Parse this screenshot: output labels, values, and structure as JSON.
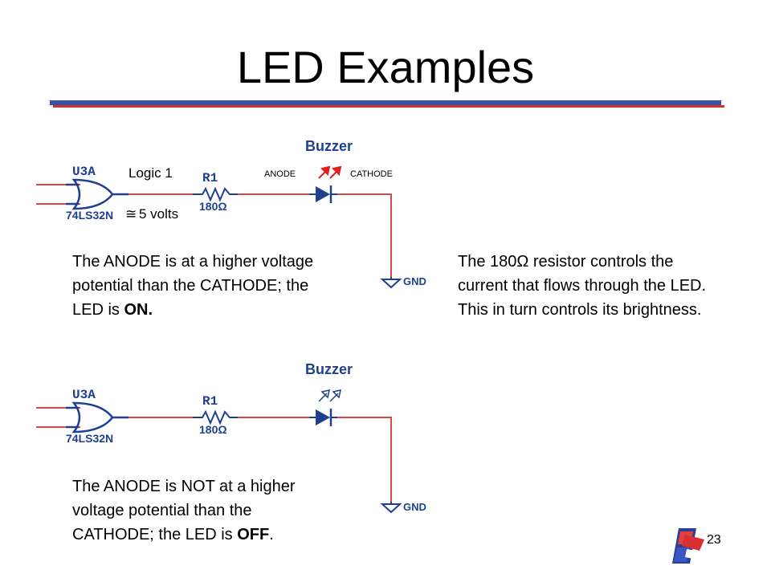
{
  "slide": {
    "title": "LED Examples",
    "page_number": "23"
  },
  "circuit_on": {
    "label_buzzer": "Buzzer",
    "label_u3a": "U3A",
    "label_chip": "74LS32N",
    "label_r1": "R1",
    "label_resistance": "180Ω",
    "label_anode": "ANODE",
    "label_cathode": "CATHODE",
    "label_gnd": "GND",
    "label_logic": "Logic 1",
    "label_approx": "≅",
    "label_volts": "5 volts"
  },
  "circuit_off": {
    "label_buzzer": "Buzzer",
    "label_u3a": "U3A",
    "label_chip": "74LS32N",
    "label_r1": "R1",
    "label_resistance": "180Ω",
    "label_gnd": "GND"
  },
  "text": {
    "on_line1": "The ANODE is at a higher voltage",
    "on_line2": "potential than the CATHODE; the",
    "on_line3_pre": "LED is ",
    "on_line3_bold": "ON.",
    "resistor_line1": "The 180Ω  resistor controls the",
    "resistor_line2": "current that flows through the LED.",
    "resistor_line3": "This in turn controls its brightness.",
    "off_line1": "The ANODE is NOT at a higher",
    "off_line2": "voltage potential than the",
    "off_line3_pre": "CATHODE; the LED is ",
    "off_line3_bold": "OFF",
    "off_line3_post": "."
  },
  "colors": {
    "wire": "#d84848",
    "schematic": "#1f3f8f",
    "led_on": "#e02020",
    "rule_blue": "#3a50a8",
    "rule_red": "#d03030"
  }
}
